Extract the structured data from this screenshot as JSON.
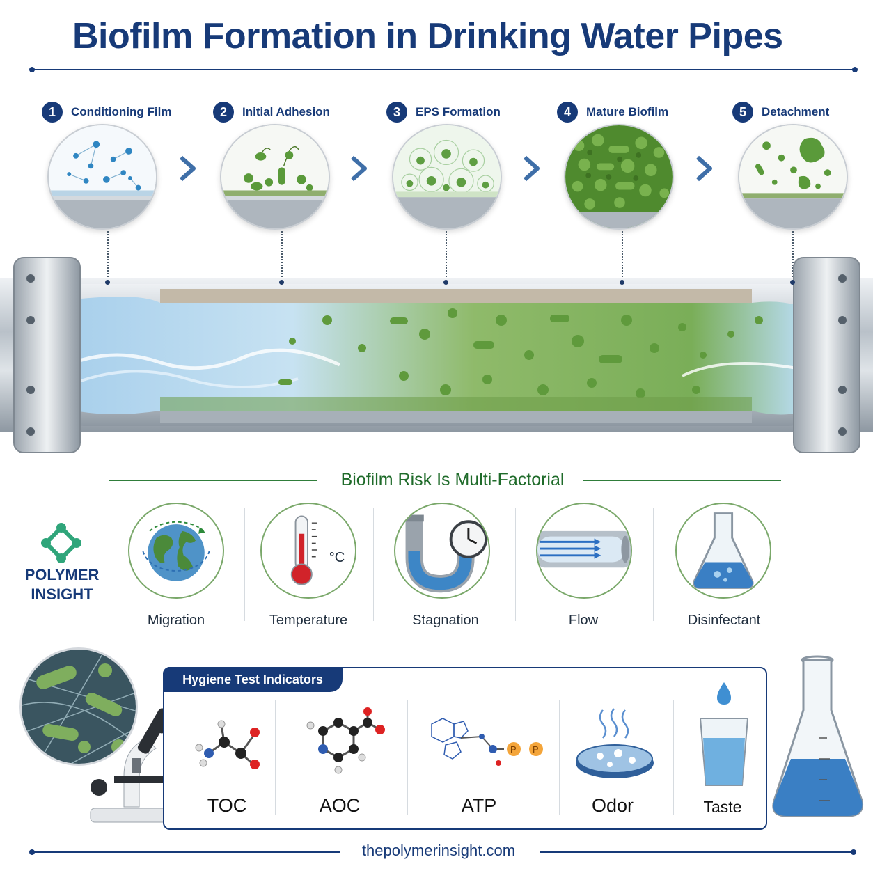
{
  "title": "Biofilm Formation in Drinking Water Pipes",
  "stages": [
    {
      "number": "1",
      "label": "Conditioning Film"
    },
    {
      "number": "2",
      "label": "Initial Adhesion"
    },
    {
      "number": "3",
      "label": "EPS Formation"
    },
    {
      "number": "4",
      "label": "Mature Biofilm"
    },
    {
      "number": "5",
      "label": "Detachment"
    }
  ],
  "factors": {
    "title": "Biofilm Risk Is Multi-Factorial",
    "items": [
      "Migration",
      "Temperature",
      "Stagnation",
      "Flow",
      "Disinfectant"
    ],
    "temperature_unit": "°C"
  },
  "logo": {
    "line1": "POLYMER",
    "line2": "INSIGHT"
  },
  "hygiene": {
    "title": "Hygiene Test Indicators",
    "items": [
      "TOC",
      "AOC",
      "ATP",
      "Odor",
      "Taste"
    ]
  },
  "footer": "thepolymerinsight.com",
  "colors": {
    "navy": "#173a78",
    "green": "#1f6b2a",
    "biofilm": "#5a9a3a",
    "water": "#6fa8d8"
  }
}
